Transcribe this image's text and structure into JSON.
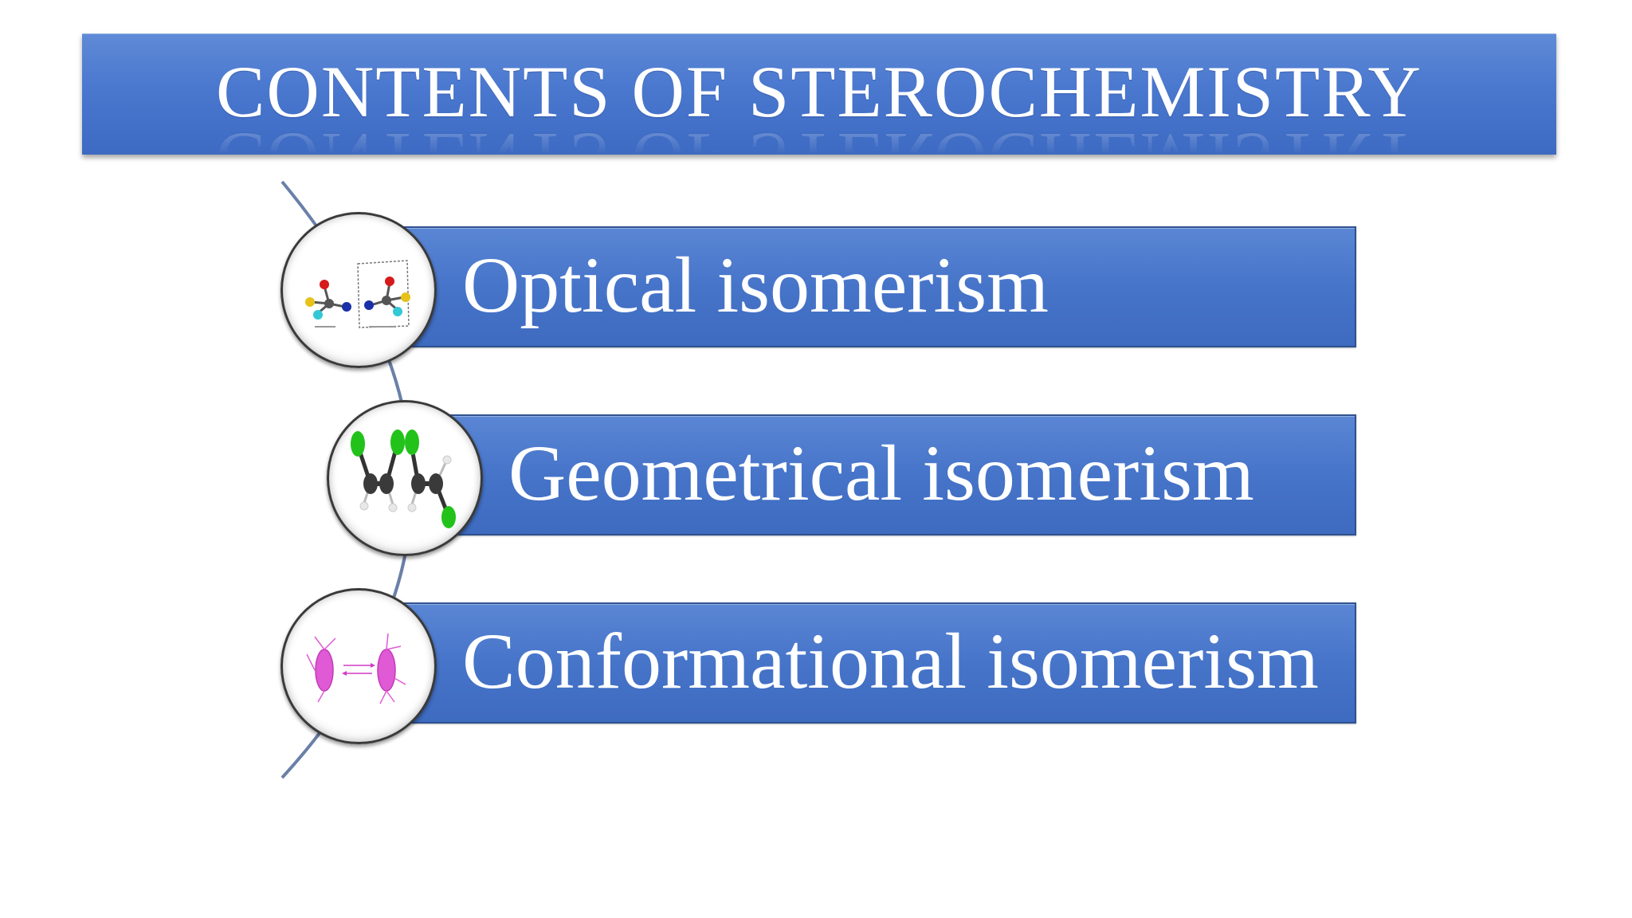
{
  "title": "CONTENTS OF STEROCHEMISTRY",
  "items": [
    {
      "label": "Optical isomerism",
      "icon": "enantiomer-molecule-icon"
    },
    {
      "label": "Geometrical isomerism",
      "icon": "cis-trans-molecule-icon"
    },
    {
      "label": "Conformational isomerism",
      "icon": "newman-projection-icon"
    }
  ],
  "colors": {
    "bar_fill": "#4674c9",
    "bar_border": "#2f528f",
    "arc": "#6a80a8",
    "title_text": "#ffffff"
  }
}
